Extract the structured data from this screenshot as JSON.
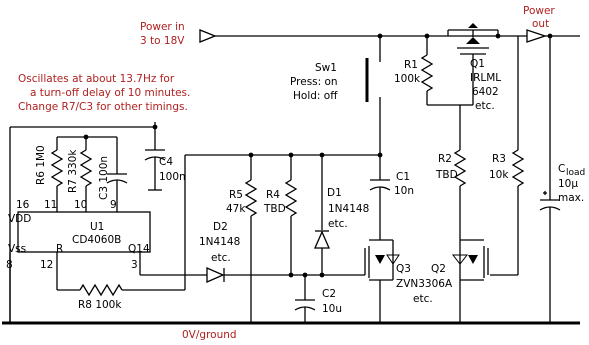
{
  "labels": {
    "power_in_1": "Power in",
    "power_in_2": "3 to 18V",
    "power_out_1": "Power",
    "power_out_2": "out",
    "note_1": "Oscillates at about 13.7Hz for",
    "note_2": "a turn-off delay of 10 minutes.",
    "note_3": "Change R7/C3 for other timings.",
    "sw1": "Sw1",
    "sw1_press": "Press: on",
    "sw1_hold": "Hold: off",
    "r1": "R1",
    "r1_value": "100k",
    "q1": "Q1",
    "q1_part_1": "IRLML",
    "q1_part_2": "6402",
    "q1_etc": "etc.",
    "pin16": "16",
    "pin11": "11",
    "pin10": "10",
    "pin9": "9",
    "vdd": "VDD",
    "u1": "U1",
    "u1_part": "CD4060B",
    "vss": "Vss",
    "r_pin": "R",
    "q14": "Q14",
    "pin8": "8",
    "pin12": "12",
    "pin3": "3",
    "r6": "R6 1M0",
    "r7": "R7 330k",
    "c3": "C3 100n",
    "c4": "C4",
    "c4_value": "100n",
    "r8": "R8 100k",
    "r5": "R5",
    "r5_value": "47k",
    "r4": "R4",
    "r4_value": "TBD",
    "d1": "D1",
    "d1_part": "1N4148",
    "d1_etc": "etc.",
    "d2": "D2",
    "d2_part": "1N4148",
    "d2_etc": "etc.",
    "c2": "C2",
    "c2_value": "10u",
    "c1": "C1",
    "c1_value": "10n",
    "r2": "R2",
    "r2_value": "TBD",
    "r3": "R3",
    "r3_value": "10k",
    "q3": "Q3",
    "q3_part": "ZVN3306A",
    "q2": "Q2",
    "q_etc": "etc.",
    "cload": "C",
    "cload_sub": "load",
    "cload_value": "10μ",
    "cload_max": "max.",
    "ground": "0V/ground"
  }
}
